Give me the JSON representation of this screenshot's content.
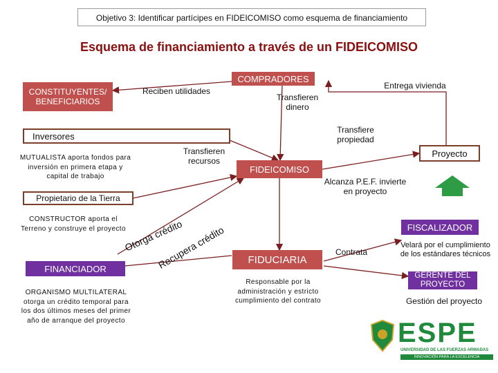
{
  "objective": "Objetivo 3: Identificar partícipes en FIDEICOMISO como esquema de financiamiento",
  "heading": "Esquema de financiamiento a través de un FIDEICOMISO",
  "boxes": {
    "compradores": "COMPRADORES",
    "constituyentes": "CONSTITUYENTES/ BENEFICIARIOS",
    "inversores": "Inversores",
    "fideicomiso": "FIDEICOMISO",
    "proyecto": "Proyecto",
    "propietario": "Propietario de la Tierra",
    "fiscalizador": "FISCALIZADOR",
    "fiduciaria": "FIDUCIARIA",
    "financiador": "FINANCIADOR",
    "gerente": "GERENTE DEL PROYECTO"
  },
  "labels": {
    "reciben_utilidades": "Reciben utilidades",
    "entrega_vivienda": "Entrega vivienda",
    "transfieren_dinero": "Transfieren dinero",
    "transfiere_propiedad": "Transfiere propiedad",
    "transfieren_recursos": "Transfieren recursos",
    "mutualista": "MUTUALISTA aporta fondos para inversión en primera etapa y capital de trabajo",
    "alcanza": "Alcanza P.E.F. invierte en proyecto",
    "constructor": "CONSTRUCTOR aporta el Terreno y construye el proyecto",
    "otorga_credito": "Otorga crédito",
    "recupera_credito": "Recupera crédito",
    "contrata": "Contrata",
    "velara": "Velará por el cumplimiento de los estándares técnicos",
    "responsable": "Responsable por la administración y estricto cumplimiento del contrato",
    "organismo": "ORGANISMO MULTILATERAL otorga un crédito temporal para los dos últimos meses del primer año de arranque del proyecto",
    "gestion": "Gestión del proyecto"
  },
  "logo": {
    "name": "ESPE",
    "subtitle": "UNIVERSIDAD DE LAS FUERZAS ARMADAS",
    "tagline": "INNOVACIÓN PARA LA EXCELENCIA"
  },
  "colors": {
    "red": "#c0504d",
    "purple": "#7030a0",
    "heading": "#8a1010",
    "espe_green": "#1f8a3b",
    "arrow_green": "#2e9b45"
  }
}
